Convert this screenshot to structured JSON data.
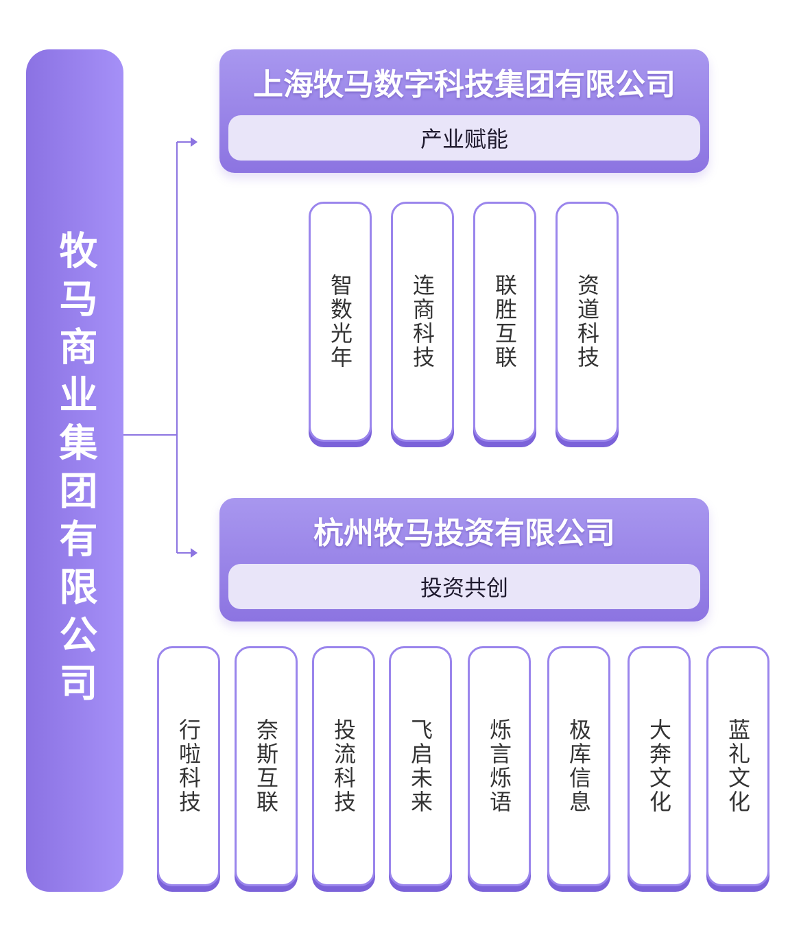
{
  "root": {
    "title": "牧马商业集团有限公司"
  },
  "companies": [
    {
      "name": "上海牧马数字科技集团有限公司",
      "role": "产业赋能",
      "subsidiaries": [
        "智数光年",
        "连商科技",
        "联胜互联",
        "资道科技"
      ]
    },
    {
      "name": "杭州牧马投资有限公司",
      "role": "投资共创",
      "subsidiaries": [
        "行啦科技",
        "奈斯互联",
        "投流科技",
        "飞启未来",
        "烁言烁语",
        "极库信息",
        "大奔文化",
        "蓝礼文化"
      ]
    }
  ],
  "colors": {
    "accent": "#8c74e1",
    "accent_light": "#a590f7",
    "role_bg": "#e9e5f9",
    "card_border": "#9a85ec",
    "card_shadow": "#7b62d9"
  }
}
